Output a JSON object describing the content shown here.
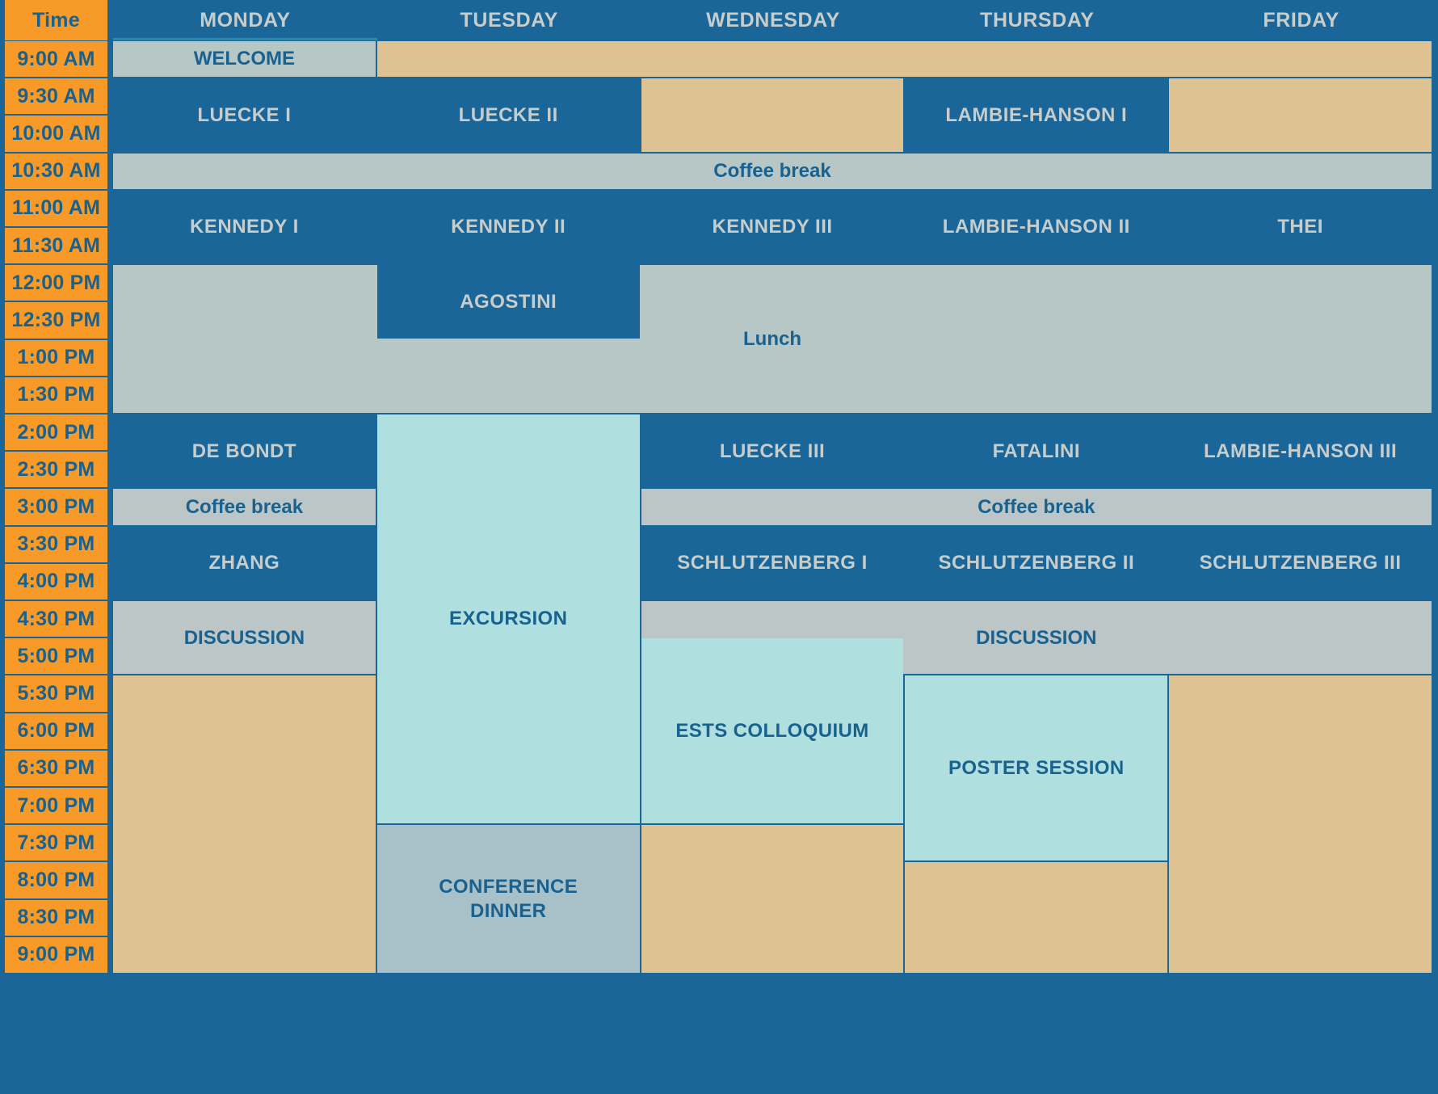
{
  "header": {
    "time_label": "Time",
    "days": [
      "MONDAY",
      "TUESDAY",
      "WEDNESDAY",
      "THURSDAY",
      "FRIDAY"
    ]
  },
  "colors": {
    "time_column": "#F89A28",
    "time_text": "#19618F",
    "talk_block": "#1B6699",
    "talk_text": "#C6CDCB",
    "break_block": "#B6C7C6",
    "empty_block": "#DEC292",
    "special_block": "#AFDFDF",
    "dinner_block": "#A8C1C8",
    "page_background": "#1B6699"
  },
  "times": [
    "9:00 AM",
    "9:30 AM",
    "10:00 AM",
    "10:30 AM",
    "11:00 AM",
    "11:30 AM",
    "12:00 PM",
    "12:30 PM",
    "1:00 PM",
    "1:30 PM",
    "2:00 PM",
    "2:30 PM",
    "3:00 PM",
    "3:30 PM",
    "4:00 PM",
    "4:30 PM",
    "5:00 PM",
    "5:30 PM",
    "6:00 PM",
    "6:30 PM",
    "7:00 PM",
    "7:30 PM",
    "8:00 PM",
    "8:30 PM",
    "9:00 PM"
  ],
  "events": [
    {
      "label": "WELCOME",
      "kind": "break",
      "col": 0,
      "cols": 1,
      "row": 0,
      "rows": 1
    },
    {
      "label": "",
      "kind": "empty",
      "col": 1,
      "cols": 4,
      "row": 0,
      "rows": 1
    },
    {
      "label": "LUECKE I",
      "kind": "talk",
      "col": 0,
      "cols": 1,
      "row": 1,
      "rows": 2
    },
    {
      "label": "LUECKE II",
      "kind": "talk",
      "col": 1,
      "cols": 1,
      "row": 1,
      "rows": 2
    },
    {
      "label": "",
      "kind": "empty",
      "col": 2,
      "cols": 1,
      "row": 1,
      "rows": 2
    },
    {
      "label": "LAMBIE-HANSON I",
      "kind": "talk",
      "col": 3,
      "cols": 1,
      "row": 1,
      "rows": 2
    },
    {
      "label": "",
      "kind": "empty",
      "col": 4,
      "cols": 1,
      "row": 1,
      "rows": 2
    },
    {
      "label": "Coffee break",
      "kind": "break",
      "col": 0,
      "cols": 5,
      "row": 3,
      "rows": 1
    },
    {
      "label": "KENNEDY I",
      "kind": "talk",
      "col": 0,
      "cols": 1,
      "row": 4,
      "rows": 2
    },
    {
      "label": "KENNEDY II",
      "kind": "talk",
      "col": 1,
      "cols": 1,
      "row": 4,
      "rows": 2
    },
    {
      "label": "KENNEDY III",
      "kind": "talk",
      "col": 2,
      "cols": 1,
      "row": 4,
      "rows": 2
    },
    {
      "label": "LAMBIE-HANSON II",
      "kind": "talk",
      "col": 3,
      "cols": 1,
      "row": 4,
      "rows": 2
    },
    {
      "label": "THEI",
      "kind": "talk",
      "col": 4,
      "cols": 1,
      "row": 4,
      "rows": 2
    },
    {
      "label": "AGOSTINI",
      "kind": "talk",
      "col": 1,
      "cols": 1,
      "row": 6,
      "rows": 2
    },
    {
      "label": "Lunch",
      "kind": "lunch",
      "col": 0,
      "cols": 5,
      "row": 6,
      "rows": 4
    },
    {
      "label": "DE BONDT",
      "kind": "talk",
      "col": 0,
      "cols": 1,
      "row": 10,
      "rows": 2
    },
    {
      "label": "LUECKE III",
      "kind": "talk",
      "col": 2,
      "cols": 1,
      "row": 10,
      "rows": 2
    },
    {
      "label": "FATALINI",
      "kind": "talk",
      "col": 3,
      "cols": 1,
      "row": 10,
      "rows": 2
    },
    {
      "label": "LAMBIE-HANSON III",
      "kind": "talk",
      "col": 4,
      "cols": 1,
      "row": 10,
      "rows": 2
    },
    {
      "label": "Coffee break",
      "kind": "break2",
      "col": 0,
      "cols": 1,
      "row": 12,
      "rows": 1
    },
    {
      "label": "Coffee break",
      "kind": "break2",
      "col": 2,
      "cols": 3,
      "row": 12,
      "rows": 1
    },
    {
      "label": "ZHANG",
      "kind": "talk",
      "col": 0,
      "cols": 1,
      "row": 13,
      "rows": 2
    },
    {
      "label": "SCHLUTZENBERG I",
      "kind": "talk",
      "col": 2,
      "cols": 1,
      "row": 13,
      "rows": 2
    },
    {
      "label": "SCHLUTZENBERG II",
      "kind": "talk",
      "col": 3,
      "cols": 1,
      "row": 13,
      "rows": 2
    },
    {
      "label": "SCHLUTZENBERG III",
      "kind": "talk",
      "col": 4,
      "cols": 1,
      "row": 13,
      "rows": 2
    },
    {
      "label": "DISCUSSION",
      "kind": "break2",
      "col": 0,
      "cols": 1,
      "row": 15,
      "rows": 2
    },
    {
      "label": "DISCUSSION",
      "kind": "break2",
      "col": 2,
      "cols": 3,
      "row": 15,
      "rows": 2
    },
    {
      "label": "EXCURSION",
      "kind": "special",
      "col": 1,
      "cols": 1,
      "row": 10,
      "rows": 11
    },
    {
      "label": "ESTS COLLOQUIUM",
      "kind": "special",
      "col": 2,
      "cols": 1,
      "row": 16,
      "rows": 5
    },
    {
      "label": "POSTER SESSION",
      "kind": "special",
      "col": 3,
      "cols": 1,
      "row": 17,
      "rows": 5
    },
    {
      "label": "CONFERENCE\nDINNER",
      "kind": "dinner",
      "col": 1,
      "cols": 1,
      "row": 21,
      "rows": 4
    }
  ],
  "empty_fills": [
    {
      "col": 0,
      "cols": 1,
      "row": 17,
      "rows": 8
    },
    {
      "col": 2,
      "cols": 1,
      "row": 21,
      "rows": 4
    },
    {
      "col": 3,
      "cols": 1,
      "row": 22,
      "rows": 3
    },
    {
      "col": 4,
      "cols": 1,
      "row": 17,
      "rows": 8
    }
  ]
}
